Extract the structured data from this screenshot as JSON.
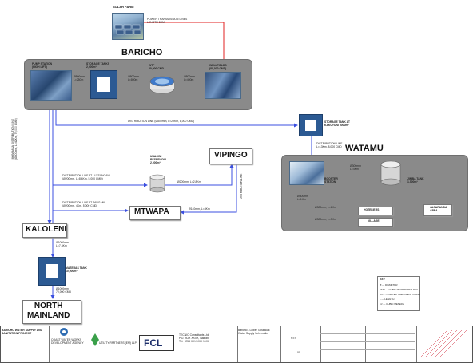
{
  "nodes": {
    "solar_farm": "SOLAR FARM",
    "transmission": "POWER TRANSMISSION LINES\nLENGTH 5KM",
    "baricho": "BARICHO",
    "pump_station": "PUMP STATION\n(HIGH LIFT)",
    "storage_tanks": "STORAGE TANKS\n2,000m³",
    "wtp": "WTP\n80,000 CMD",
    "wellfields": "WELLFIELDS\n(80,000 CMD)",
    "pipe_a": "Ø800mm\nL=250m",
    "pipe_b": "Ø800mm\nL=800m",
    "pipe_c": "Ø800mm\nL=400m",
    "distribution_line_top": "DISTRIBUTION LINE (Ø800mm, L=29Km, 8,000 CMD)",
    "kakuyuni_tank": "STORAGE TANK AT\nKAKUYUNI 5000m³",
    "watamu": "WATAMU",
    "kakuyuni_dist": "DISTRIBUTION LINE\nL=13Km, 8,000 CMD",
    "booster": "BOOSTER\nSTATION",
    "booster_pipe": "Ø300mm\nL=4Km",
    "jimba_tank": "JIMBA TANK\n1,500m³",
    "jacaranda": "JACARANDA\nAREA",
    "hotelier": "HOTELIERS",
    "village": "VILLAGE",
    "dist_hot": "Ø300mm, L=6Km",
    "dist_vil": "Ø300mm, L=3Km",
    "watamu_vert": "Ø300mm\nL=1Km",
    "mombasa_line": "MOMBASA DISTRIBUTION LINE\n(Ø800mm, L=42Km, 70,000 CMD)",
    "vipingo": "VIPINGO",
    "ubagini": "UBAGINI\nRESERVOIR\n2,000m³",
    "dist_lutsangani": "DISTRIBUTION LINE AT LUTSANGANI\n(Ø200mm, L=8.4Km, 5,000 CMD)",
    "dist_vipingo": "Ø200mm, L=2.8Km",
    "dist_vert_vip": "DISTRIBUTION LINE",
    "dist_pangani": "DISTRIBUTION LINE AT PANGANI\n(Ø200mm, 4Km, 5,000 CMD)",
    "mtwapa": "MTWAPA",
    "mtwapa_pipe": "Ø140mm, L=8Km",
    "kaloleni": "KALOLENI",
    "kaloleni_pipe": "Ø1000mm\nL=7.5Km",
    "mazeras_tank": "MAZERAS TANK\n10,000m³",
    "mazeras_pipe": "Ø1000mm\n70,000 CMD",
    "north_mainland": "NORTH\nMAINLAND"
  },
  "legend": {
    "title": "KEY",
    "rows": [
      "Ø — DIAMETER",
      "CMD — CUBIC METERS PER DAY",
      "WTP — WATER TREATMENT PLANT",
      "L — LENGTH",
      "m³ — CUBIC METERS"
    ]
  },
  "title_block": {
    "project": "BARICHO WATER SUPPLY AND SANITATION PROJECT",
    "client": "COAST WATER WORKS\nDEVELOPMENT AGENCY",
    "engineer": "UTILITY PARTNERS (EM) LLP",
    "fcl": "FCL",
    "firm": "TECNIC Consultants Ltd\nP.O. BOX XXXX, Nairobi\nTel: +254 XXX XXX XXX",
    "drawing_title": "Baricho - Lower Tana Bulk\nWater Supply Schematic",
    "scale": "NTS",
    "rev": "00"
  },
  "colors": {
    "blue_line": "#3b4fe0",
    "red_line": "#e02020",
    "panel": "#8a8a8a",
    "tank": "#2c5a93"
  }
}
